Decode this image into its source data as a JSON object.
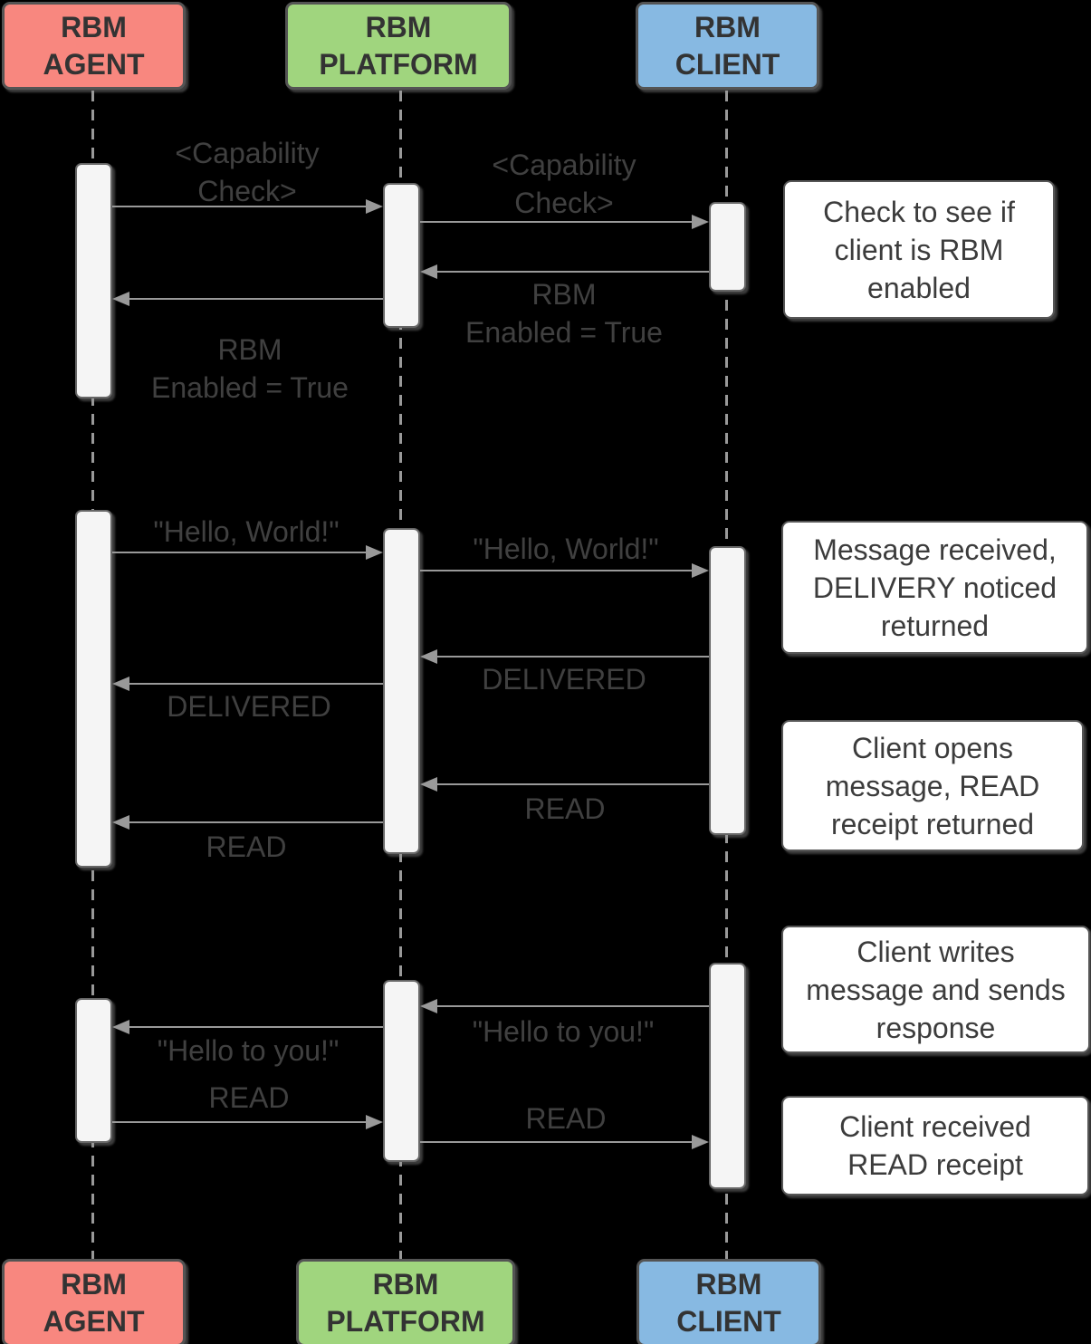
{
  "diagram_type": "uml-sequence",
  "actors": [
    {
      "id": "agent",
      "label": "RBM\nAGENT",
      "fill": "#F8877F"
    },
    {
      "id": "platform",
      "label": "RBM\nPLATFORM",
      "fill": "#A0D57E"
    },
    {
      "id": "client",
      "label": "RBM\nCLIENT",
      "fill": "#87B9E2"
    }
  ],
  "messages": [
    {
      "text": "<Capability\nCheck>",
      "from": "RBM AGENT",
      "to": "RBM PLATFORM"
    },
    {
      "text": "<Capability\nCheck>",
      "from": "RBM PLATFORM",
      "to": "RBM CLIENT"
    },
    {
      "text": "RBM\nEnabled = True",
      "from": "RBM CLIENT",
      "to": "RBM PLATFORM"
    },
    {
      "text": "RBM\nEnabled = True",
      "from": "RBM PLATFORM",
      "to": "RBM AGENT"
    },
    {
      "text": "\"Hello, World!\"",
      "from": "RBM AGENT",
      "to": "RBM PLATFORM"
    },
    {
      "text": "\"Hello, World!\"",
      "from": "RBM PLATFORM",
      "to": "RBM CLIENT"
    },
    {
      "text": "DELIVERED",
      "from": "RBM CLIENT",
      "to": "RBM PLATFORM"
    },
    {
      "text": "DELIVERED",
      "from": "RBM PLATFORM",
      "to": "RBM AGENT"
    },
    {
      "text": "READ",
      "from": "RBM CLIENT",
      "to": "RBM PLATFORM"
    },
    {
      "text": "READ",
      "from": "RBM PLATFORM",
      "to": "RBM AGENT"
    },
    {
      "text": "\"Hello to you!\"",
      "from": "RBM CLIENT",
      "to": "RBM PLATFORM"
    },
    {
      "text": "\"Hello to you!\"",
      "from": "RBM PLATFORM",
      "to": "RBM AGENT"
    },
    {
      "text": "READ",
      "from": "RBM AGENT",
      "to": "RBM PLATFORM"
    },
    {
      "text": "READ",
      "from": "RBM PLATFORM",
      "to": "RBM CLIENT"
    }
  ],
  "notes": [
    {
      "text": "Check to see if\nclient is RBM\nenabled"
    },
    {
      "text": "Message received,\nDELIVERY noticed\nreturned"
    },
    {
      "text": "Client opens\nmessage, READ\nreceipt returned"
    },
    {
      "text": "Client writes\nmessage and sends\nresponse"
    },
    {
      "text": "Client received\nREAD receipt"
    }
  ],
  "colors": {
    "background": "#000000",
    "agent_fill": "#F8877F",
    "platform_fill": "#A0D57E",
    "client_fill": "#87B9E2",
    "actor_border": "#545454",
    "actor_text": "#333333",
    "arrow": "#999999",
    "lifeline": "#999999",
    "activation_fill": "#F5F5F5",
    "activation_border": "#666666",
    "note_background": "#FFFFFF",
    "note_border": "#565656",
    "label_text": "#404040"
  }
}
